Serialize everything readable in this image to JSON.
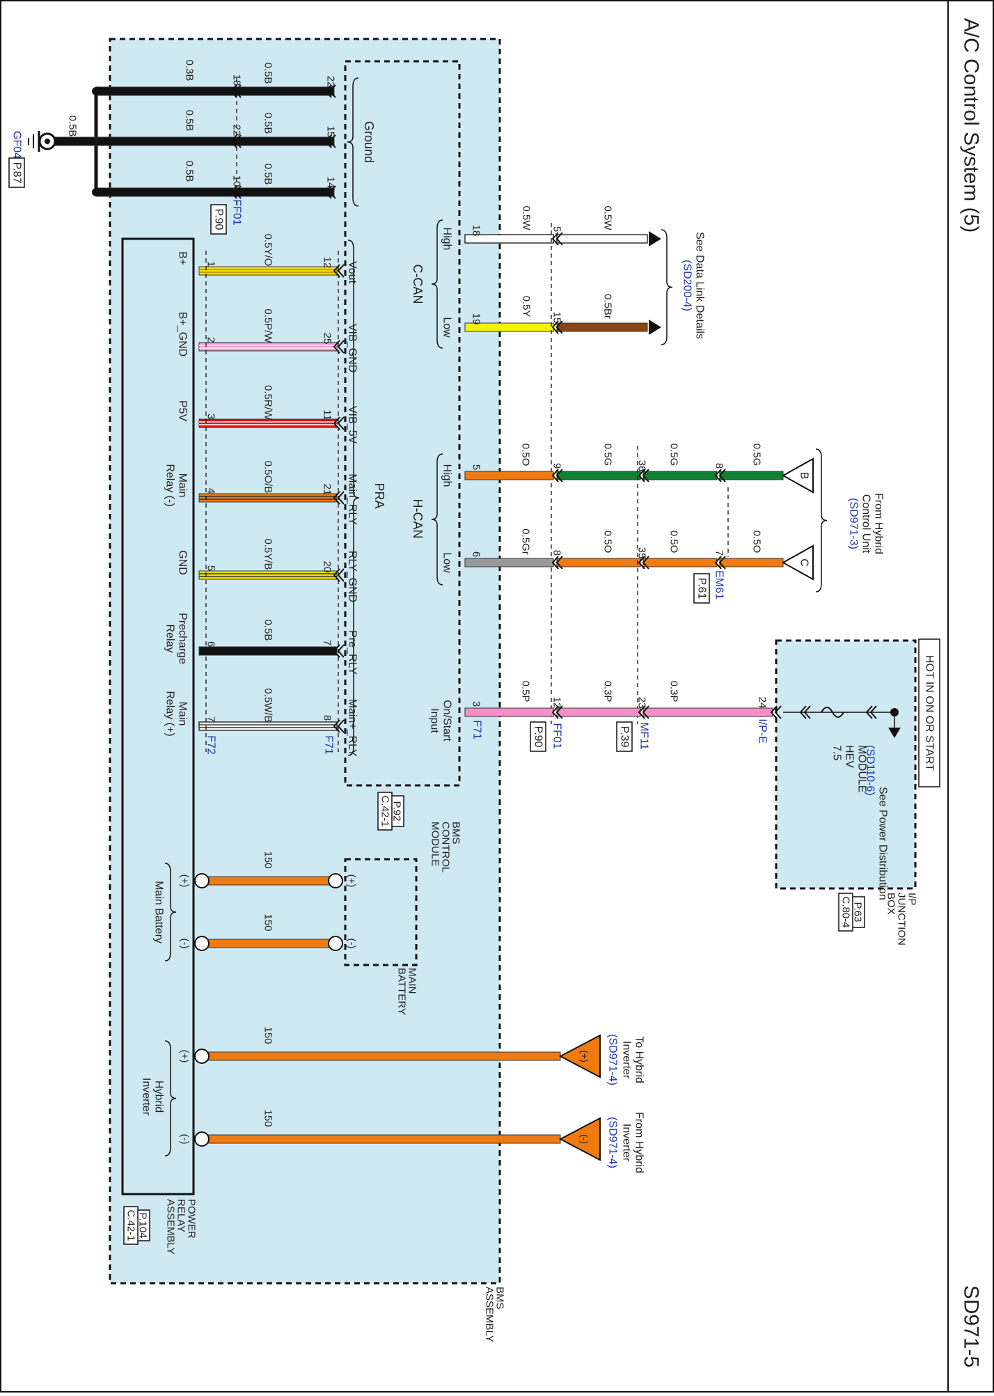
{
  "page": {
    "title": "A/C Control System (5)",
    "code": "SD971-5"
  },
  "ground": {
    "label": "Ground",
    "pins": [
      {
        "pin": "22",
        "w1": "0.5B",
        "mid": "18",
        "w2": "0.3B"
      },
      {
        "pin": "15",
        "w1": "0.5B",
        "mid": "22",
        "w2": "0.5B"
      },
      {
        "pin": "14",
        "w1": "0.5B",
        "mid": "10",
        "w2": "0.5B"
      }
    ],
    "ext_wire": "0.5B",
    "gnd_name": "GF04",
    "gnd_page": "P.87",
    "conn_name": "FF01",
    "conn_page": "P.90"
  },
  "bms_module": {
    "lines": [
      "BMS",
      "CONTROL",
      "MODULE"
    ],
    "page": "P.92",
    "conn": "C.42-1"
  },
  "bms_assembly": {
    "lines": [
      "BMS",
      "ASSEMBLY"
    ]
  },
  "pra": {
    "label": "PRA",
    "rows": [
      {
        "pin": "12",
        "sig": "Vout",
        "wire": "0.5Y/O",
        "ppin": "1",
        "plabel": [
          "B+"
        ],
        "color": "#f2e200",
        "stripe": "#b8860b"
      },
      {
        "pin": "25",
        "sig": "VIB_GND",
        "wire": "0.5P/W",
        "ppin": "2",
        "plabel": [
          "B+_GND"
        ],
        "color": "#f29acb",
        "stripe": "#ffffff"
      },
      {
        "pin": "11",
        "sig": "VIB_5V",
        "wire": "0.5R/W",
        "ppin": "3",
        "plabel": [
          "P5V"
        ],
        "color": "#e81010",
        "stripe": "#ffffff"
      },
      {
        "pin": "21",
        "sig": "Main_RLY",
        "wire": "0.5O/B",
        "ppin": "4",
        "plabel": [
          "Main",
          "Relay (-)"
        ],
        "color": "#f07a10",
        "stripe": "#333333"
      },
      {
        "pin": "20",
        "sig": "RLY_GND",
        "wire": "0.5Y/B",
        "ppin": "5",
        "plabel": [
          "GND"
        ],
        "color": "#f2e200",
        "stripe": "#333333"
      },
      {
        "pin": "7",
        "sig": "Pre_RLY",
        "wire": "0.5B",
        "ppin": "6",
        "plabel": [
          "Precharge",
          "Relay"
        ],
        "color": "#111111",
        "stripe": ""
      },
      {
        "pin": "8",
        "sig": "Main+_RLY",
        "wire": "0.5W/B",
        "ppin": "7",
        "plabel": [
          "Main",
          "Relay (+)"
        ],
        "color": "#ffffff",
        "stripe": "#333333"
      }
    ],
    "conn_right": "F71",
    "conn_left": "F72"
  },
  "ccan": {
    "label": "C-CAN",
    "high": {
      "pin": "18",
      "label": "High",
      "w1": "0.5W",
      "mid": "5",
      "w2": "0.5W"
    },
    "low": {
      "pin": "19",
      "label": "Low",
      "w1": "0.5Y",
      "mid": "15",
      "w2": "0.5Br"
    },
    "ref": "See Data Link Details",
    "ref_page": "(SD200-4)"
  },
  "hcan": {
    "label": "H-CAN",
    "high": {
      "pin": "5",
      "label": "High",
      "w1": "0.5O",
      "p1": "9",
      "w2": "0.5G",
      "p2": "36",
      "w3": "0.5G",
      "p3": "8",
      "w4": "0.5G",
      "tri": "B"
    },
    "low": {
      "pin": "6",
      "label": "Low",
      "w1": "0.5Gr",
      "p1": "8",
      "w2": "0.5O",
      "p2": "35",
      "w3": "0.5O",
      "p3": "7",
      "w4": "0.5O",
      "tri": "C"
    },
    "ref": [
      "From Hybrid",
      "Control Unit"
    ],
    "ref_page": "(SD971-3)",
    "em_name": "EM61",
    "em_page": "P.61"
  },
  "onstart": {
    "pin": "3",
    "label": [
      "On/Start",
      "Input"
    ],
    "w1": "0.5P",
    "p1": "12",
    "w2": "0.3P",
    "p2": "23",
    "w3": "0.3P",
    "p3": "24",
    "c1": "F71",
    "c2": "FF01",
    "c2page": "P.90",
    "c3": "MF11",
    "c3page": "P.39",
    "c4": "I/P-E"
  },
  "ipbox": {
    "hot": "HOT IN ON OR START",
    "see": "See Power Distribution",
    "see_page": "(SD110-6)",
    "fuse": [
      "MODULE",
      "HEV",
      "7.5"
    ],
    "lines": [
      "I/P",
      "JUNCTION",
      "BOX"
    ],
    "page": "P.63",
    "conn": "C.80-4"
  },
  "main_battery": {
    "label": "Main Battery",
    "box": [
      "MAIN",
      "BATTERY"
    ],
    "pos": {
      "sym": "(+)",
      "wire": "150"
    },
    "neg": {
      "sym": "(-)",
      "wire": "150"
    }
  },
  "hybrid_inverter": {
    "label": [
      "Hybrid",
      "Inverter"
    ],
    "pos": {
      "sym": "(+)",
      "wire": "150",
      "ref": [
        "To Hybrid",
        "Inverter"
      ],
      "page": "(SD971-4)"
    },
    "neg": {
      "sym": "(-)",
      "wire": "150",
      "ref": [
        "From Hybrid",
        "Inverter"
      ],
      "page": "(SD971-4)"
    }
  },
  "pra_assembly": {
    "lines": [
      "POWER",
      "RELAY",
      "ASSEMBLY"
    ],
    "page": "P.104",
    "conn": "C.42-1"
  },
  "colors": {
    "panel": "#cfe9f2",
    "orange": "#f07a10",
    "green": "#118033",
    "grey": "#999999",
    "pink": "#f58fc8",
    "brown": "#8b4513",
    "yellow": "#f5f20a"
  }
}
